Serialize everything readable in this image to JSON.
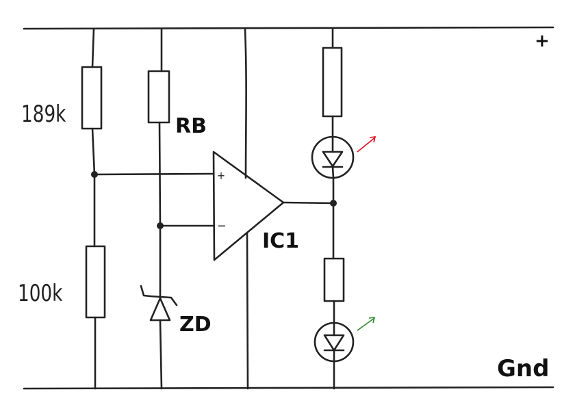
{
  "labels": {
    "r_top": "189k",
    "r_bottom": "100k",
    "rb": "RB",
    "zener": "ZD",
    "opamp": "IC1",
    "opamp_plus": "+",
    "opamp_minus": "−",
    "rail_plus": "+",
    "rail_gnd": "Gnd"
  },
  "colors": {
    "wire": "#222222",
    "plus_rail_label": "#e0101a",
    "gnd_label": "#1f6b1f",
    "led_top_arrow": "#e0101a",
    "led_bottom_arrow": "#2a8a2a"
  }
}
